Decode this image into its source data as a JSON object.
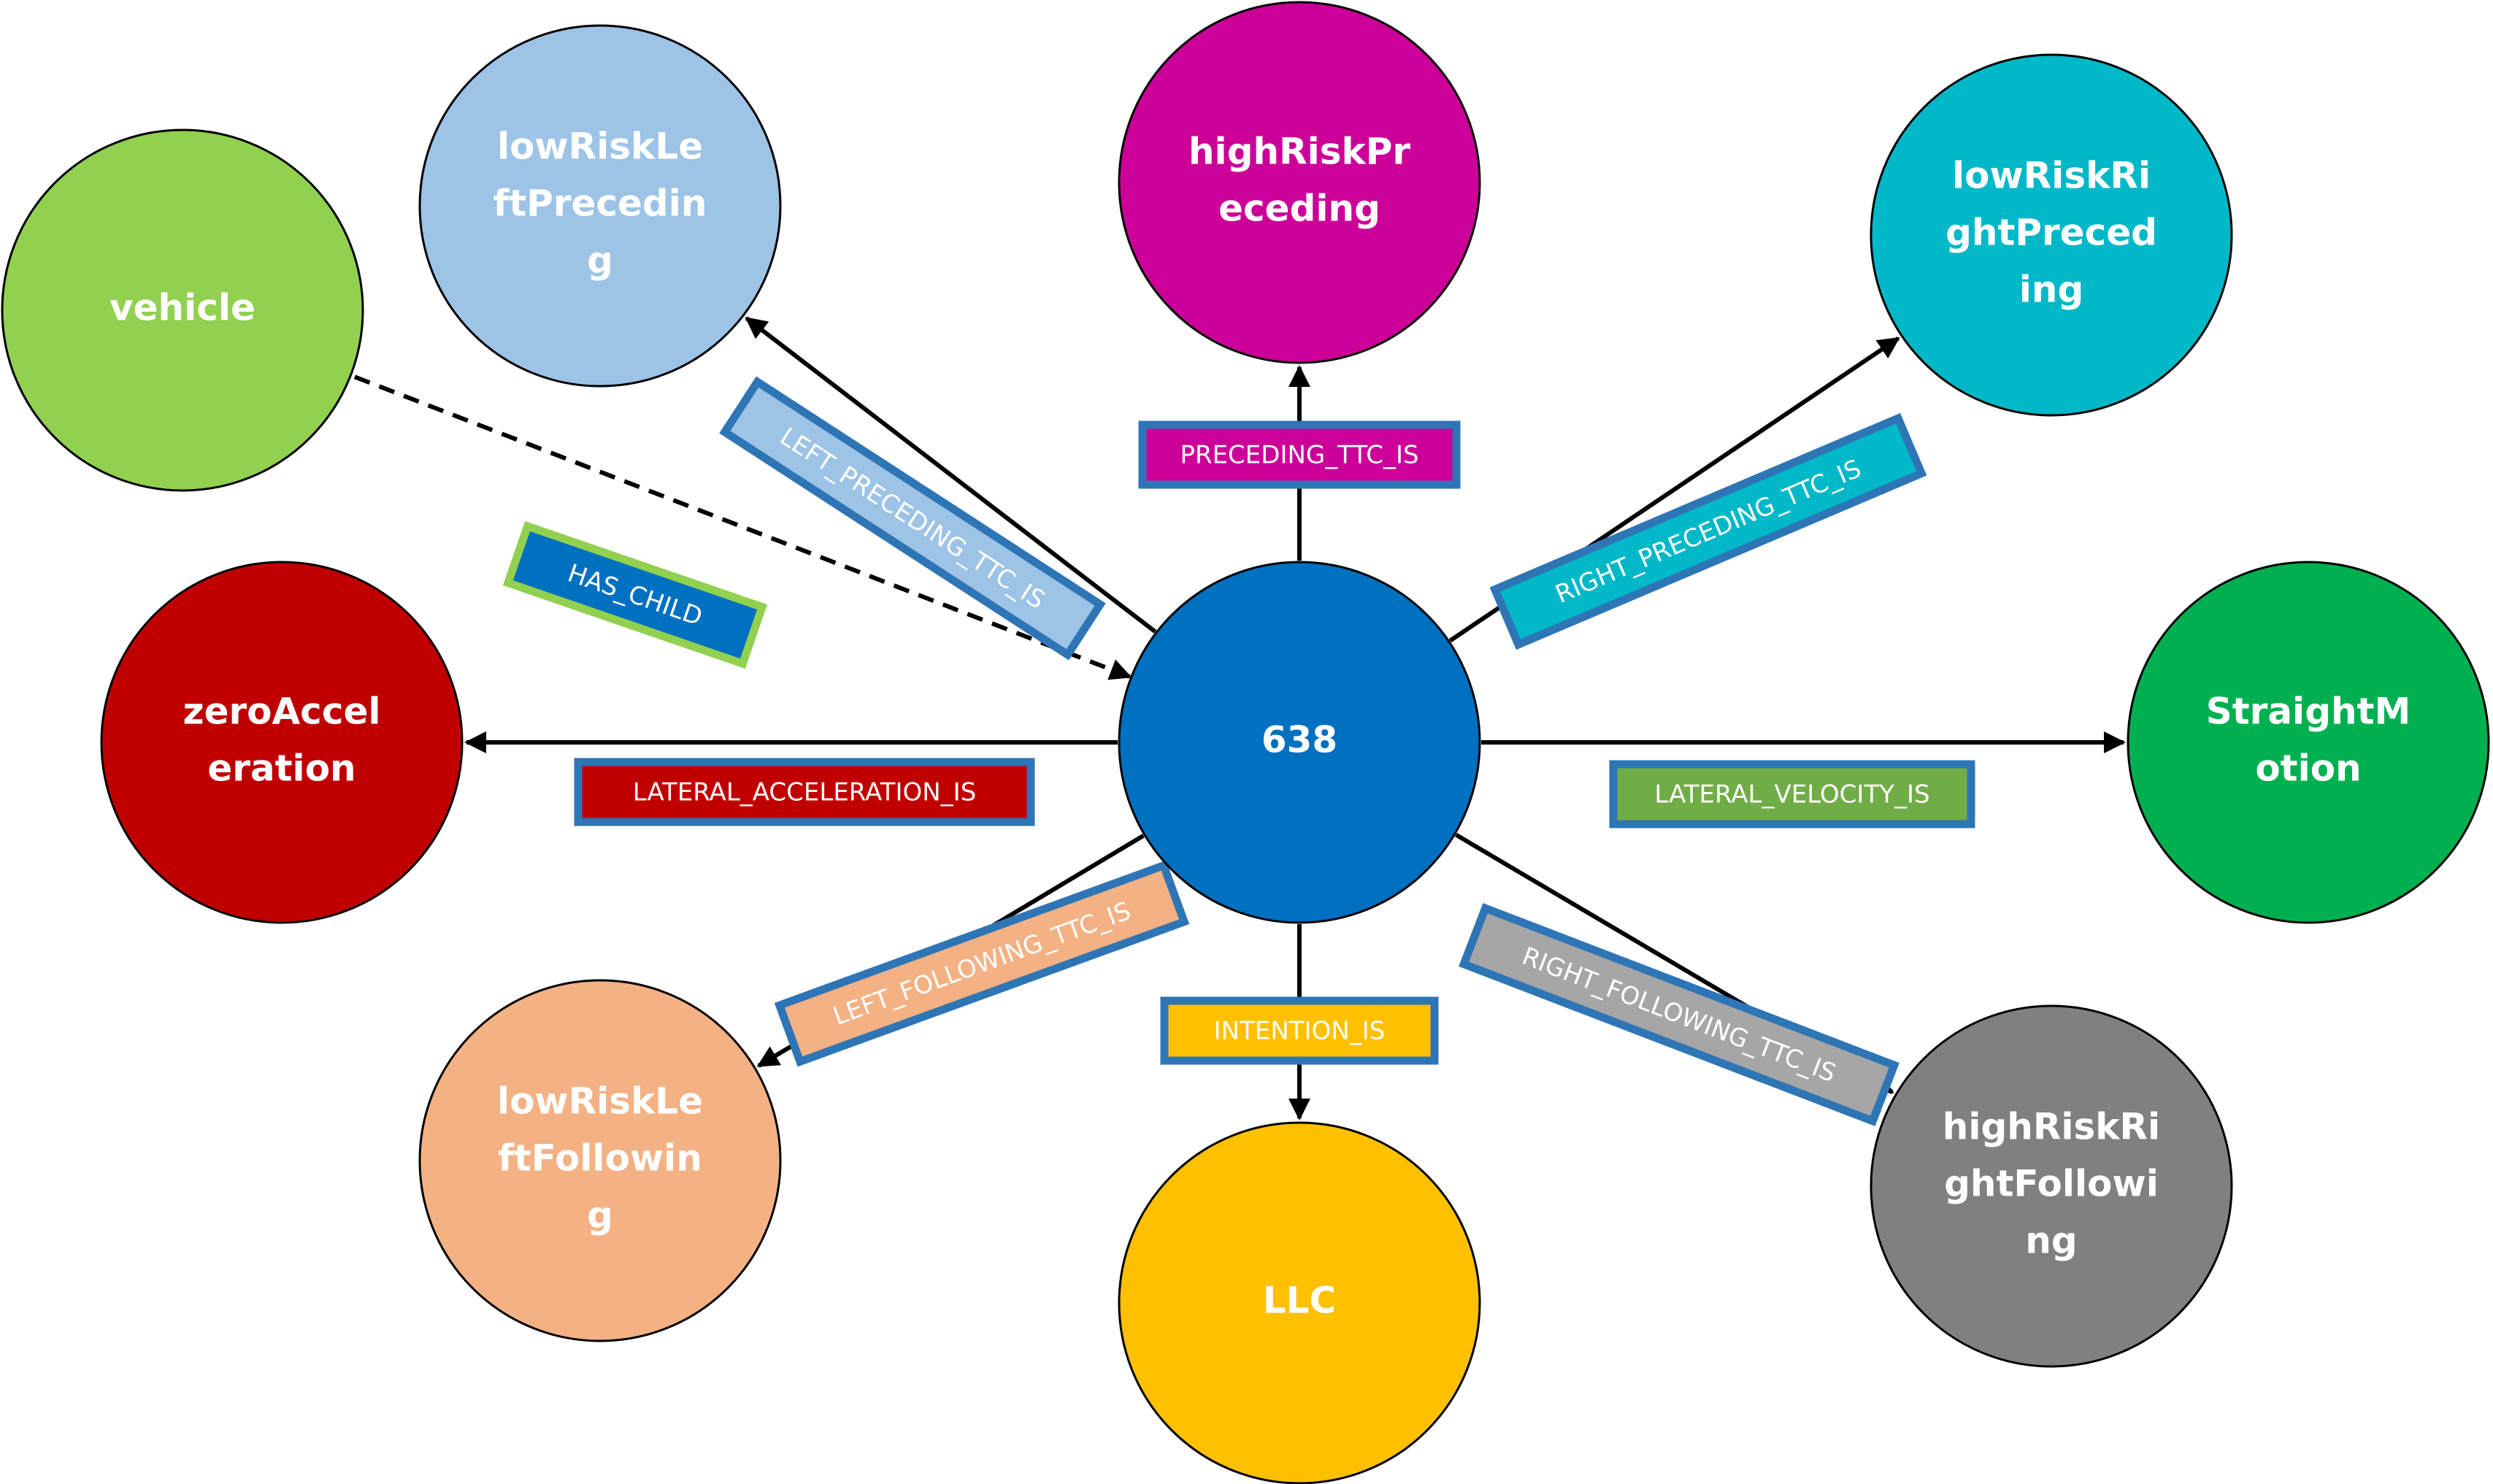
{
  "center": {
    "label": "638",
    "color": "#0070C0"
  },
  "nodes": [
    {
      "id": "vehicle",
      "lines": [
        "vehicle"
      ],
      "color": "#92D050"
    },
    {
      "id": "lowRiskLeftPreceding",
      "lines": [
        "lowRiskLe",
        "ftPrecedin",
        "g"
      ],
      "color": "#9DC3E6"
    },
    {
      "id": "highRiskPreceding",
      "lines": [
        "highRiskPr",
        "eceding"
      ],
      "color": "#CC0099"
    },
    {
      "id": "lowRiskRightPreceding",
      "lines": [
        "lowRiskRi",
        "ghtPreced",
        "ing"
      ],
      "color": "#00B8C8"
    },
    {
      "id": "zeroAcceleration",
      "lines": [
        "zeroAccel",
        "eration"
      ],
      "color": "#C00000"
    },
    {
      "id": "StraightMotion",
      "lines": [
        "StraightM",
        "otion"
      ],
      "color": "#00B050"
    },
    {
      "id": "lowRiskLeftFollowing",
      "lines": [
        "lowRiskLe",
        "ftFollowin",
        "g"
      ],
      "color": "#F4B183"
    },
    {
      "id": "LLC",
      "lines": [
        "LLC"
      ],
      "color": "#FFC000"
    },
    {
      "id": "highRiskRightFollowing",
      "lines": [
        "highRiskRi",
        "ghtFollowi",
        "ng"
      ],
      "color": "#808080"
    }
  ],
  "edges": [
    {
      "to": "vehicle",
      "label": "HAS_CHILD",
      "fill": "#0070C0",
      "border": "#92D050",
      "dashed": true,
      "reverse": true
    },
    {
      "to": "lowRiskLeftPreceding",
      "label": "LEFT_PRECEDING_TTC_IS",
      "fill": "#9DC3E6",
      "border": "#2E75B6",
      "dashed": false,
      "reverse": false
    },
    {
      "to": "highRiskPreceding",
      "label": "PRECEDING_TTC_IS",
      "fill": "#CC0099",
      "border": "#2E75B6",
      "dashed": false,
      "reverse": false
    },
    {
      "to": "lowRiskRightPreceding",
      "label": "RIGHT_PRECEDING_TTC_IS",
      "fill": "#00B8C8",
      "border": "#2E75B6",
      "dashed": false,
      "reverse": false
    },
    {
      "to": "zeroAcceleration",
      "label": "LATERAL_ACCELERATION_IS",
      "fill": "#C00000",
      "border": "#2E75B6",
      "dashed": false,
      "reverse": false
    },
    {
      "to": "StraightMotion",
      "label": "LATERAL_VELOCITY_IS",
      "fill": "#70AD47",
      "border": "#2E75B6",
      "dashed": false,
      "reverse": false
    },
    {
      "to": "lowRiskLeftFollowing",
      "label": "LEFT_FOLLOWING_TTC_IS",
      "fill": "#F4B183",
      "border": "#2E75B6",
      "dashed": false,
      "reverse": false
    },
    {
      "to": "LLC",
      "label": "INTENTION_IS",
      "fill": "#FFC000",
      "border": "#2E75B6",
      "dashed": false,
      "reverse": false
    },
    {
      "to": "highRiskRightFollowing",
      "label": "RIGHT_FOLLOWING_TTC_IS",
      "fill": "#A6A6A6",
      "border": "#2E75B6",
      "dashed": false,
      "reverse": false
    }
  ]
}
